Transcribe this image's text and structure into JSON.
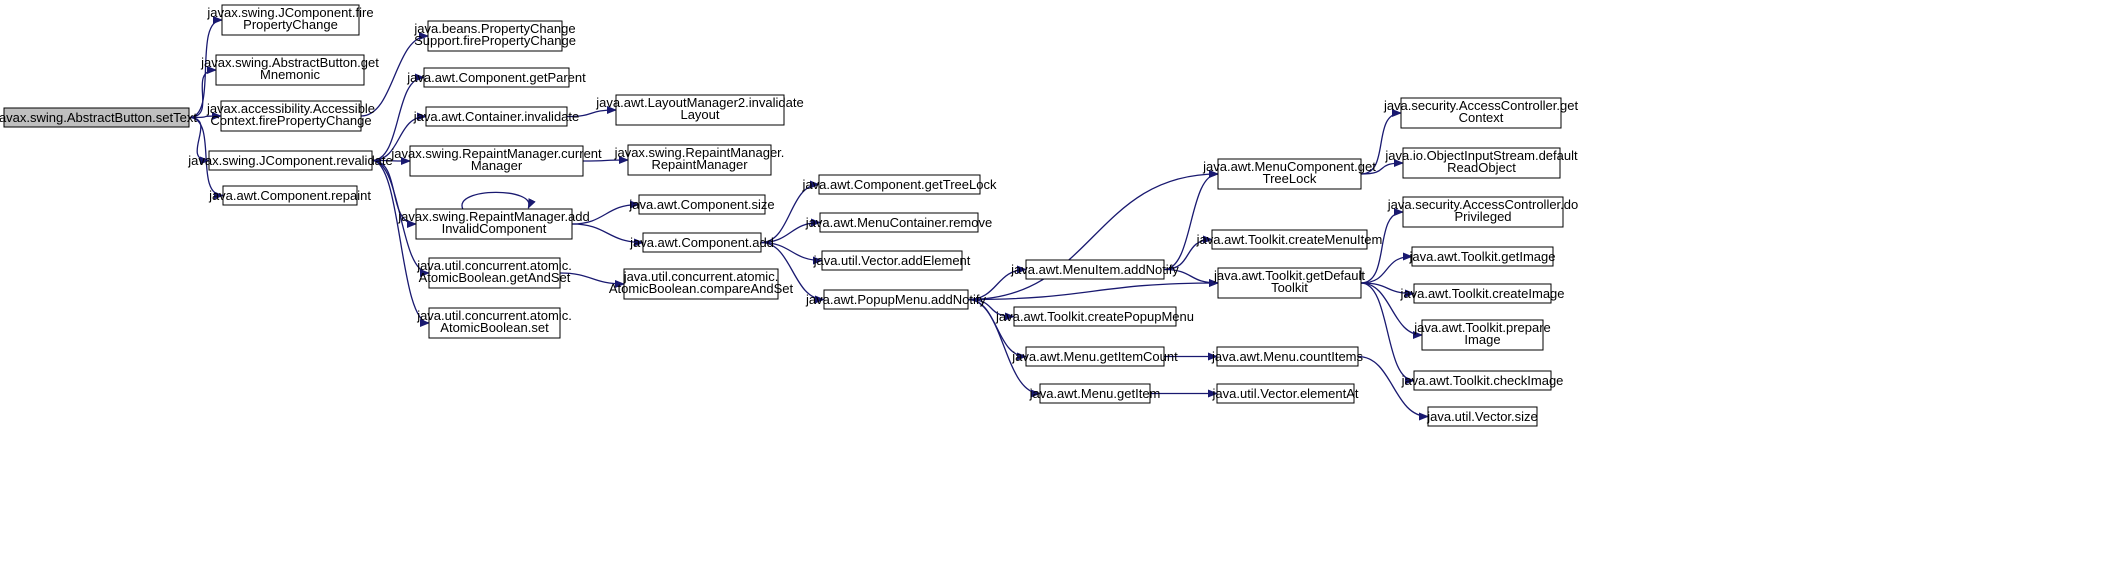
{
  "diagram": {
    "type": "call-graph",
    "colors": {
      "edge": "#191970",
      "node_border": "#000000",
      "root_fill": "#bfbfbf",
      "node_fill": "#ffffff",
      "background": "#ffffff"
    },
    "nodes": [
      {
        "id": "n0",
        "lines": [
          "javax.swing.AbstractButton.setText"
        ],
        "root": true
      },
      {
        "id": "n1",
        "lines": [
          "javax.swing.JComponent.fire",
          "PropertyChange"
        ]
      },
      {
        "id": "n2",
        "lines": [
          "javax.swing.AbstractButton.get",
          "Mnemonic"
        ]
      },
      {
        "id": "n3",
        "lines": [
          "javax.accessibility.Accessible",
          "Context.firePropertyChange"
        ]
      },
      {
        "id": "n4",
        "lines": [
          "javax.swing.JComponent.revalidate"
        ]
      },
      {
        "id": "n5",
        "lines": [
          "java.awt.Component.repaint"
        ]
      },
      {
        "id": "n6",
        "lines": [
          "java.beans.PropertyChange",
          "Support.firePropertyChange"
        ]
      },
      {
        "id": "n7",
        "lines": [
          "java.awt.Component.getParent"
        ]
      },
      {
        "id": "n8",
        "lines": [
          "java.awt.Container.invalidate"
        ]
      },
      {
        "id": "n9",
        "lines": [
          "javax.swing.RepaintManager.current",
          "Manager"
        ]
      },
      {
        "id": "n10",
        "lines": [
          "javax.swing.RepaintManager.add",
          "InvalidComponent"
        ]
      },
      {
        "id": "n11",
        "lines": [
          "java.util.concurrent.atomic.",
          "AtomicBoolean.getAndSet"
        ]
      },
      {
        "id": "n12",
        "lines": [
          "java.util.concurrent.atomic.",
          "AtomicBoolean.set"
        ]
      },
      {
        "id": "n13",
        "lines": [
          "java.awt.LayoutManager2.invalidate",
          "Layout"
        ]
      },
      {
        "id": "n14",
        "lines": [
          "javax.swing.RepaintManager.",
          "RepaintManager"
        ]
      },
      {
        "id": "n15",
        "lines": [
          "java.awt.Component.size"
        ]
      },
      {
        "id": "n16",
        "lines": [
          "java.awt.Component.add"
        ]
      },
      {
        "id": "n17",
        "lines": [
          "java.util.concurrent.atomic.",
          "AtomicBoolean.compareAndSet"
        ]
      },
      {
        "id": "n18",
        "lines": [
          "java.awt.Component.getTreeLock"
        ]
      },
      {
        "id": "n19",
        "lines": [
          "java.awt.MenuContainer.remove"
        ]
      },
      {
        "id": "n20",
        "lines": [
          "java.util.Vector.addElement"
        ]
      },
      {
        "id": "n21",
        "lines": [
          "java.awt.PopupMenu.addNotify"
        ]
      },
      {
        "id": "n22",
        "lines": [
          "java.awt.MenuItem.addNotify"
        ]
      },
      {
        "id": "n23",
        "lines": [
          "java.awt.Toolkit.createPopupMenu"
        ]
      },
      {
        "id": "n24",
        "lines": [
          "java.awt.Menu.getItemCount"
        ]
      },
      {
        "id": "n25",
        "lines": [
          "java.awt.Menu.getItem"
        ]
      },
      {
        "id": "n26",
        "lines": [
          "java.awt.MenuComponent.get",
          "TreeLock"
        ]
      },
      {
        "id": "n27",
        "lines": [
          "java.awt.Toolkit.createMenuItem"
        ]
      },
      {
        "id": "n28",
        "lines": [
          "java.awt.Toolkit.getDefault",
          "Toolkit"
        ]
      },
      {
        "id": "n29",
        "lines": [
          "java.awt.Menu.countItems"
        ]
      },
      {
        "id": "n30",
        "lines": [
          "java.util.Vector.elementAt"
        ]
      },
      {
        "id": "n31",
        "lines": [
          "java.security.AccessController.get",
          "Context"
        ]
      },
      {
        "id": "n32",
        "lines": [
          "java.io.ObjectInputStream.default",
          "ReadObject"
        ]
      },
      {
        "id": "n33",
        "lines": [
          "java.security.AccessController.do",
          "Privileged"
        ]
      },
      {
        "id": "n34",
        "lines": [
          "java.awt.Toolkit.getImage"
        ]
      },
      {
        "id": "n35",
        "lines": [
          "java.awt.Toolkit.createImage"
        ]
      },
      {
        "id": "n36",
        "lines": [
          "java.awt.Toolkit.prepare",
          "Image"
        ]
      },
      {
        "id": "n37",
        "lines": [
          "java.awt.Toolkit.checkImage"
        ]
      },
      {
        "id": "n38",
        "lines": [
          "java.util.Vector.size"
        ]
      }
    ],
    "edges": [
      [
        "n0",
        "n1"
      ],
      [
        "n0",
        "n2"
      ],
      [
        "n0",
        "n3"
      ],
      [
        "n0",
        "n4"
      ],
      [
        "n0",
        "n5"
      ],
      [
        "n3",
        "n6"
      ],
      [
        "n4",
        "n7"
      ],
      [
        "n4",
        "n8"
      ],
      [
        "n4",
        "n9"
      ],
      [
        "n4",
        "n10"
      ],
      [
        "n4",
        "n11"
      ],
      [
        "n4",
        "n12"
      ],
      [
        "n8",
        "n13"
      ],
      [
        "n9",
        "n14"
      ],
      [
        "n10",
        "n10"
      ],
      [
        "n10",
        "n15"
      ],
      [
        "n10",
        "n16"
      ],
      [
        "n11",
        "n17"
      ],
      [
        "n16",
        "n18"
      ],
      [
        "n16",
        "n19"
      ],
      [
        "n16",
        "n20"
      ],
      [
        "n16",
        "n21"
      ],
      [
        "n21",
        "n26"
      ],
      [
        "n21",
        "n22"
      ],
      [
        "n21",
        "n28"
      ],
      [
        "n21",
        "n23"
      ],
      [
        "n21",
        "n24"
      ],
      [
        "n21",
        "n25"
      ],
      [
        "n22",
        "n26"
      ],
      [
        "n22",
        "n27"
      ],
      [
        "n22",
        "n28"
      ],
      [
        "n24",
        "n29"
      ],
      [
        "n25",
        "n30"
      ],
      [
        "n29",
        "n38"
      ],
      [
        "n26",
        "n31"
      ],
      [
        "n26",
        "n32"
      ],
      [
        "n28",
        "n33"
      ],
      [
        "n28",
        "n34"
      ],
      [
        "n28",
        "n35"
      ],
      [
        "n28",
        "n36"
      ],
      [
        "n28",
        "n37"
      ]
    ]
  }
}
